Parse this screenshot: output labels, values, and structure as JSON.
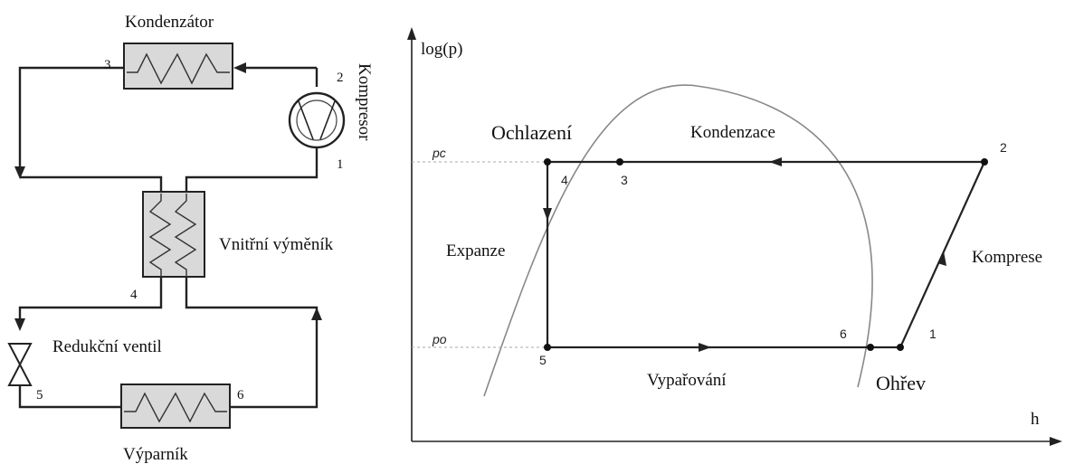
{
  "circuit": {
    "kondenzator": "Kondenzátor",
    "kompresor": "Kompresor",
    "vnitrni_vymenik": "Vnitřní výměník",
    "redukcni_ventil": "Redukční ventil",
    "vyparnik": "Výparník",
    "points": {
      "p1": "1",
      "p2": "2",
      "p3": "3",
      "p4": "4",
      "p5": "5",
      "p6": "6"
    }
  },
  "diagram": {
    "y_axis_label": "log(p)",
    "x_axis_label": "h",
    "pc_label": "pc",
    "po_label": "po",
    "ochlazeni": "Ochlazení",
    "kondenzace": "Kondenzace",
    "expanze": "Expanze",
    "komprese": "Komprese",
    "vyparovani": "Vypařování",
    "ohrev": "Ohřev",
    "points": {
      "p1": "1",
      "p2": "2",
      "p3": "3",
      "p4": "4",
      "p5": "5",
      "p6": "6"
    }
  }
}
